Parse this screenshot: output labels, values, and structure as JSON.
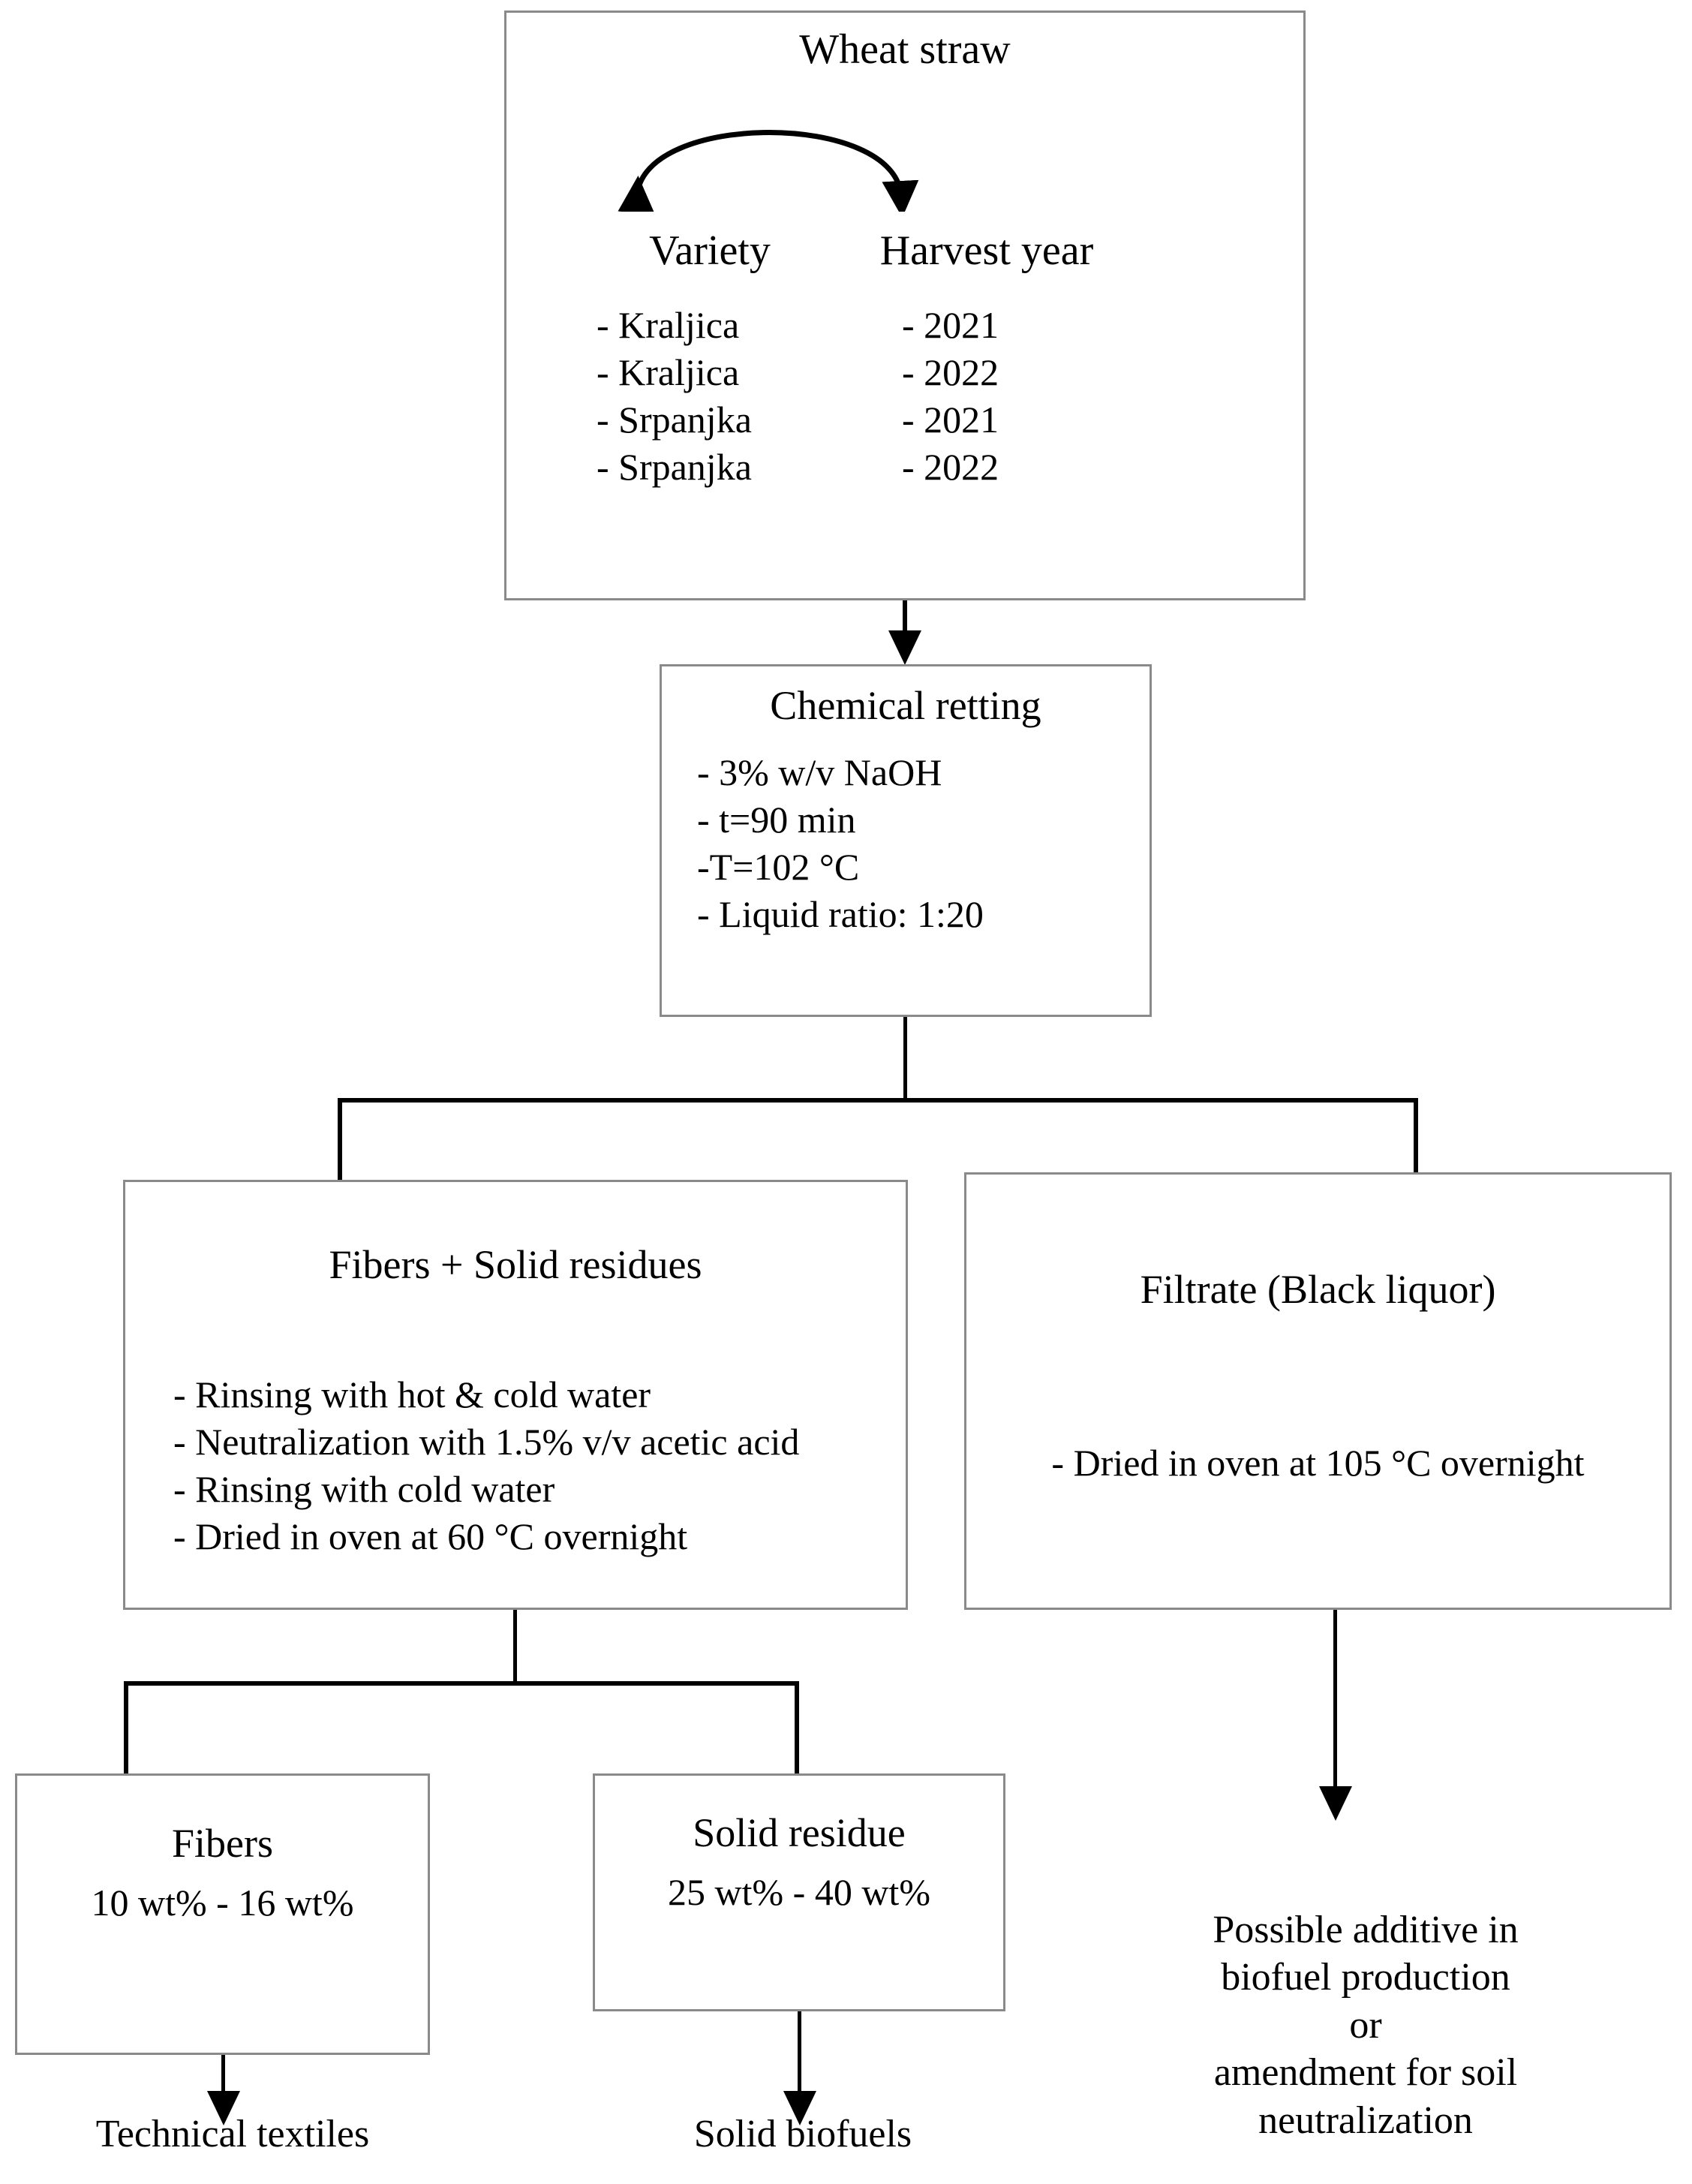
{
  "diagram": {
    "title": "Wheat straw processing flowchart",
    "colors": {
      "box_border": "#8a8a8a",
      "line": "#000000",
      "text": "#000000",
      "background": "#ffffff"
    }
  },
  "wheat_straw": {
    "title": "Wheat straw",
    "variety_heading": "Variety",
    "harvest_heading": "Harvest year",
    "varieties": [
      "- Kraljica",
      "- Kraljica",
      "- Srpanjka",
      "- Srpanjka"
    ],
    "years": [
      "- 2021",
      "- 2022",
      "- 2021",
      "- 2022"
    ]
  },
  "chemical_retting": {
    "title": "Chemical retting",
    "items": [
      "- 3% w/v NaOH",
      "- t=90 min",
      "-T=102 °C",
      "- Liquid ratio: 1:20"
    ]
  },
  "fibers_solid_residues": {
    "title": "Fibers + Solid residues",
    "items": [
      "- Rinsing with hot & cold water",
      "- Neutralization with 1.5% v/v acetic acid",
      "- Rinsing with cold water",
      "- Dried in oven at 60 °C overnight"
    ]
  },
  "filtrate": {
    "title": "Filtrate (Black liquor)",
    "items": [
      "- Dried in oven at 105 °C overnight"
    ]
  },
  "fibers": {
    "title": "Fibers",
    "value": "10 wt% - 16 wt%"
  },
  "solid_residue": {
    "title": "Solid residue",
    "value": "25 wt% - 40 wt%"
  },
  "outputs": {
    "technical_textiles": "Technical textiles",
    "solid_biofuels": "Solid biofuels",
    "additive": "Possible additive in\nbiofuel production\nor\namendment for soil\nneutralization"
  }
}
